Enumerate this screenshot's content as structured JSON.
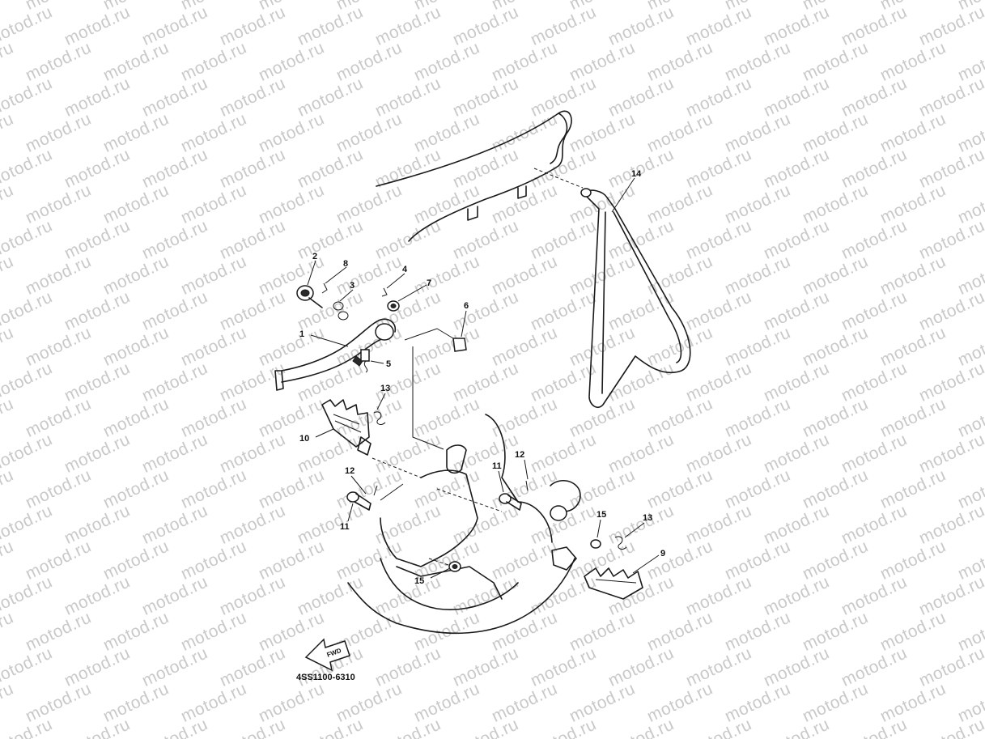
{
  "watermark": {
    "text": "motod.ru"
  },
  "diagram": {
    "code": "4SS1100-6310",
    "fwd_label": "FWD",
    "callouts": {
      "c1": "1",
      "c2": "2",
      "c3": "3",
      "c4": "4",
      "c5": "5",
      "c6": "6",
      "c7": "7",
      "c8": "8",
      "c9": "9",
      "c10": "10",
      "c11a": "11",
      "c11b": "11",
      "c12a": "12",
      "c12b": "12",
      "c13a": "13",
      "c13b": "13",
      "c14": "14",
      "c15a": "15",
      "c15b": "15"
    }
  }
}
